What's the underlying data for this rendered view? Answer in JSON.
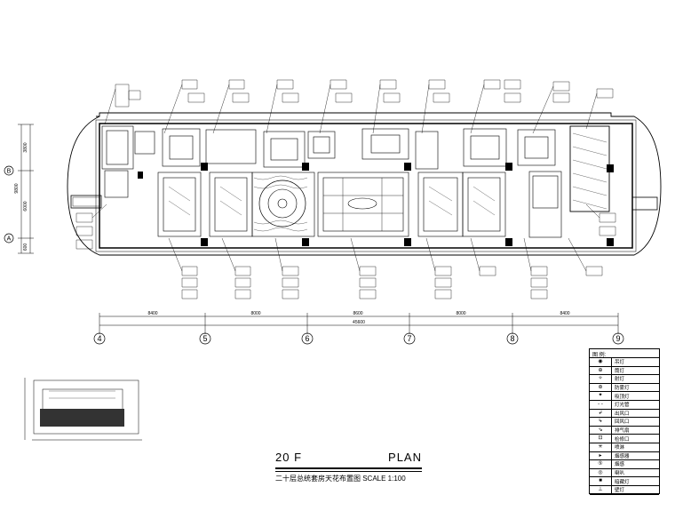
{
  "title": {
    "floor": "20 F",
    "plan": "PLAN",
    "subtitle": "二十层总统套房天花布置图 SCALE 1:100"
  },
  "grid_axes": {
    "columns": [
      "4",
      "5",
      "6",
      "7",
      "8",
      "9"
    ],
    "rows": [
      "B",
      "A"
    ]
  },
  "dimensions": {
    "bays": [
      "8400",
      "8000",
      "8600",
      "8000",
      "8400"
    ],
    "overall": "45600",
    "vertical": [
      "3800",
      "6000",
      "9800",
      "600"
    ]
  },
  "legend": {
    "header": "图 例:",
    "items": [
      {
        "symbol": "◉",
        "label": "吊灯"
      },
      {
        "symbol": "⊕",
        "label": "筒灯"
      },
      {
        "symbol": "✧",
        "label": "射灯"
      },
      {
        "symbol": "⊛",
        "label": "防雾灯"
      },
      {
        "symbol": "✦",
        "label": "吸顶灯"
      },
      {
        "symbol": "- -",
        "label": "灯光管"
      },
      {
        "symbol": "↲",
        "label": "出风口"
      },
      {
        "symbol": "↳",
        "label": "回风口"
      },
      {
        "symbol": "⇘",
        "label": "排气扇"
      },
      {
        "symbol": "⊡",
        "label": "检修口"
      },
      {
        "symbol": "✳",
        "label": "喷淋"
      },
      {
        "symbol": "▸",
        "label": "烟感器"
      },
      {
        "symbol": "⑤",
        "label": "烟感"
      },
      {
        "symbol": "◎",
        "label": "喇叭"
      },
      {
        "symbol": "■",
        "label": "暗藏灯"
      },
      {
        "symbol": "⊥",
        "label": "壁灯"
      }
    ]
  }
}
